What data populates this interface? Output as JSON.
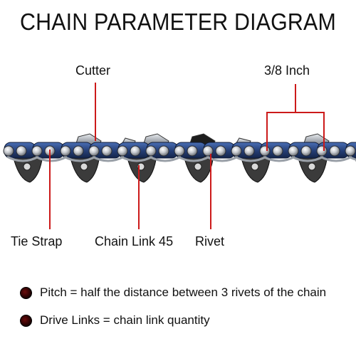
{
  "title": "CHAIN PARAMETER DIAGRAM",
  "labels": {
    "cutter": "Cutter",
    "pitch_size": "3/8 Inch",
    "tie_strap": "Tie Strap",
    "chain_link": "Chain Link 45",
    "rivet": "Rivet"
  },
  "notes": [
    {
      "term": "Pitch",
      "text": "Pitch = half the distance between 3 rivets of the chain"
    },
    {
      "term": "Drive Links",
      "text": "Drive Links = chain link quantity"
    }
  ],
  "colors": {
    "callout": "#cc1a1a",
    "chain_blue": "#2d4a86",
    "chain_steel": "#b8bcc2",
    "drive_dark": "#3a3a3a"
  }
}
